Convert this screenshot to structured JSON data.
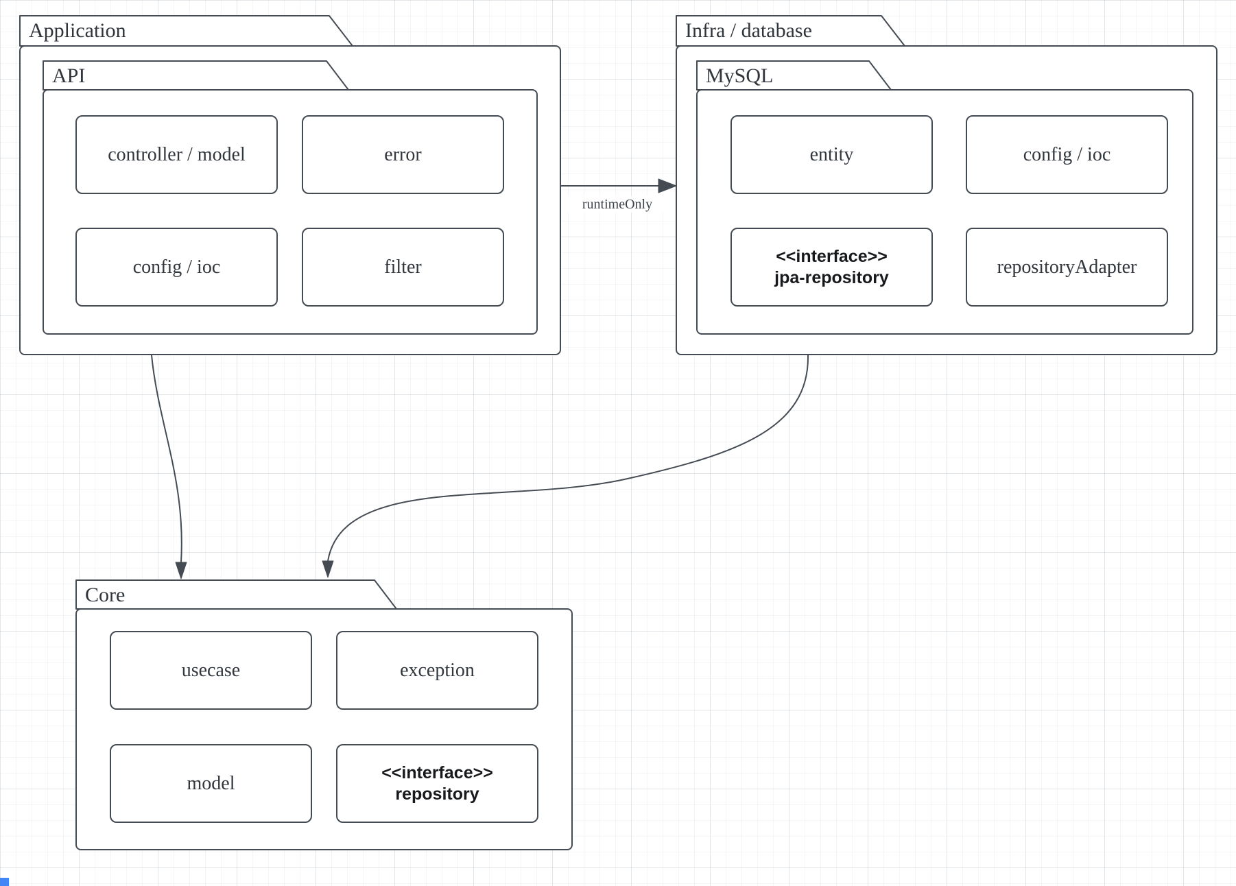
{
  "application": {
    "title": "Application",
    "api": {
      "title": "API",
      "boxes": {
        "controller_model": "controller / model",
        "error": "error",
        "config_ioc": "config / ioc",
        "filter": "filter"
      }
    }
  },
  "infra": {
    "title": "Infra / database",
    "mysql": {
      "title": "MySQL",
      "boxes": {
        "entity": "entity",
        "config_ioc": "config / ioc",
        "jpa_repository": {
          "line1": "<<interface>>",
          "line2": "jpa-repository"
        },
        "repository_adapter": "repositoryAdapter"
      }
    }
  },
  "core": {
    "title": "Core",
    "boxes": {
      "usecase": "usecase",
      "exception": "exception",
      "model": "model",
      "repository": {
        "line1": "<<interface>>",
        "line2": "repository"
      }
    }
  },
  "edges": {
    "runtime_only": "runtimeOnly"
  },
  "colors": {
    "stroke": "#454b52",
    "text": "#343a40",
    "grid": "#e8eaed",
    "background": "#ffffff",
    "marker_blue": "#4285f4"
  }
}
